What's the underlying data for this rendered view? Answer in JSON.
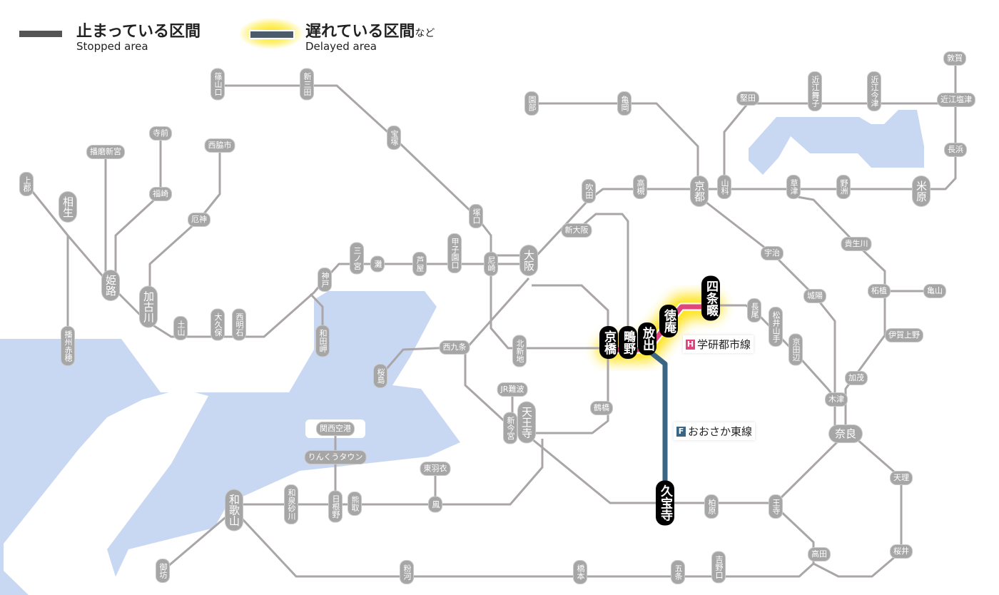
{
  "legend": {
    "stopped": {
      "label_jp": "止まっている区間",
      "label_en": "Stopped area",
      "color": "#555555"
    },
    "delayed": {
      "label_jp": "遅れている区間",
      "label_suffix": "など",
      "label_en": "Delayed area",
      "color": "#4d5a6a",
      "glow": "#ffe000"
    }
  },
  "line_labels": {
    "gakkentoshi": {
      "code": "H",
      "name": "学研都市線",
      "color": "#e0467c",
      "status": "delayed"
    },
    "osaka_higashi": {
      "code": "F",
      "name": "おおさか東線",
      "color": "#2f5a80",
      "status": "stopped"
    }
  },
  "stations": [
    {
      "name": "篠山口"
    },
    {
      "name": "新三田"
    },
    {
      "name": "宝塚"
    },
    {
      "name": "塚口"
    },
    {
      "name": "尼崎"
    },
    {
      "name": "甲子園口"
    },
    {
      "name": "芦屋"
    },
    {
      "name": "灘"
    },
    {
      "name": "三ノ宮"
    },
    {
      "name": "神戸"
    },
    {
      "name": "和田岬"
    },
    {
      "name": "西明石"
    },
    {
      "name": "大久保"
    },
    {
      "name": "土山"
    },
    {
      "name": "加古川"
    },
    {
      "name": "姫路"
    },
    {
      "name": "相生"
    },
    {
      "name": "上郡"
    },
    {
      "name": "播州赤穂"
    },
    {
      "name": "播磨新宮"
    },
    {
      "name": "寺前"
    },
    {
      "name": "福崎"
    },
    {
      "name": "西脇市"
    },
    {
      "name": "厄神"
    },
    {
      "name": "園部"
    },
    {
      "name": "亀岡"
    },
    {
      "name": "京都"
    },
    {
      "name": "山科"
    },
    {
      "name": "吹田"
    },
    {
      "name": "高槻"
    },
    {
      "name": "新大阪"
    },
    {
      "name": "大阪"
    },
    {
      "name": "西九条"
    },
    {
      "name": "桜島"
    },
    {
      "name": "北新地"
    },
    {
      "name": "京橋",
      "status": "stopped"
    },
    {
      "name": "鴫野",
      "status": "stopped"
    },
    {
      "name": "放出",
      "status": "stopped"
    },
    {
      "name": "徳庵",
      "status": "stopped"
    },
    {
      "name": "四条畷",
      "status": "stopped"
    },
    {
      "name": "長尾"
    },
    {
      "name": "松井山手"
    },
    {
      "name": "京田辺"
    },
    {
      "name": "JR難波"
    },
    {
      "name": "新今宮"
    },
    {
      "name": "天王寺"
    },
    {
      "name": "鶴橋"
    },
    {
      "name": "久宝寺",
      "status": "stopped"
    },
    {
      "name": "柏原"
    },
    {
      "name": "王寺"
    },
    {
      "name": "奈良"
    },
    {
      "name": "木津"
    },
    {
      "name": "加茂"
    },
    {
      "name": "伊賀上野"
    },
    {
      "name": "柘植"
    },
    {
      "name": "亀山"
    },
    {
      "name": "城陽"
    },
    {
      "name": "宇治"
    },
    {
      "name": "貴生川"
    },
    {
      "name": "草津"
    },
    {
      "name": "野洲"
    },
    {
      "name": "米原"
    },
    {
      "name": "長浜"
    },
    {
      "name": "近江塩津"
    },
    {
      "name": "敦賀"
    },
    {
      "name": "近江今津"
    },
    {
      "name": "近江舞子"
    },
    {
      "name": "堅田"
    },
    {
      "name": "天理"
    },
    {
      "name": "桜井"
    },
    {
      "name": "高田"
    },
    {
      "name": "吉野口"
    },
    {
      "name": "五条"
    },
    {
      "name": "橋本"
    },
    {
      "name": "粉河"
    },
    {
      "name": "御坊"
    },
    {
      "name": "和歌山"
    },
    {
      "name": "和泉砂川"
    },
    {
      "name": "日根野"
    },
    {
      "name": "熊取"
    },
    {
      "name": "鳳"
    },
    {
      "name": "東羽衣"
    },
    {
      "name": "りんくうタウン"
    },
    {
      "name": "関西空港"
    }
  ]
}
